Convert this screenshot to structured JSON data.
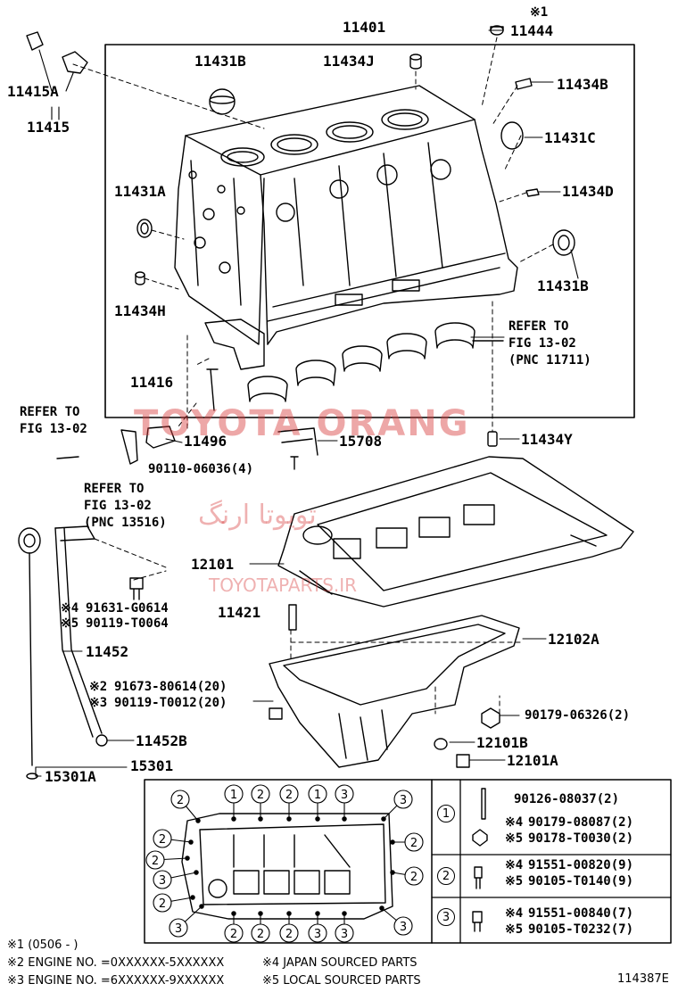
{
  "labels": {
    "p11401": "11401",
    "p11444": "11444",
    "mark1": "※1",
    "p11431B_top": "11431B",
    "p11434J": "11434J",
    "p11434B": "11434B",
    "p11415A": "11415A",
    "p11415": "11415",
    "p11431C": "11431C",
    "p11431A": "11431A",
    "p11434D": "11434D",
    "p11434H": "11434H",
    "p11431B_right": "11431B",
    "refer_1302_a_l1": "REFER TO",
    "refer_1302_a_l2": "FIG 13-02",
    "refer_1302_a_l3": "(PNC 11711)",
    "p11416": "11416",
    "refer_left_l1": "REFER TO",
    "refer_left_l2": "FIG 13-02",
    "p11496": "11496",
    "p15708": "15708",
    "p11434Y": "11434Y",
    "p90110": "90110-06036(4)",
    "refer_1302_b_l1": "REFER TO",
    "refer_1302_b_l2": "FIG 13-02",
    "refer_1302_b_l3": "(PNC 13516)",
    "p12101": "12101",
    "mark4_a": "※4",
    "p91631": "91631-G0614",
    "mark5_a": "※5",
    "p90119_T0064": "90119-T0064",
    "p11421": "11421",
    "p12102A": "12102A",
    "p11452": "11452",
    "mark2": "※2",
    "p91673": "91673-80614(20)",
    "mark3": "※3",
    "p90119_T0012": "90119-T0012(20)",
    "p90179_06326": "90179-06326(2)",
    "p11452B": "11452B",
    "p12101B": "12101B",
    "p15301A": "15301A",
    "p15301": "15301",
    "p12101A": "12101A"
  },
  "bolt_table": {
    "row1": {
      "num": "1",
      "parts": [
        {
          "mark": "",
          "part": "90126-08037(2)"
        },
        {
          "mark": "※4",
          "part": "90179-08087(2)"
        },
        {
          "mark": "※5",
          "part": "90178-T0030(2)"
        }
      ]
    },
    "row2": {
      "num": "2",
      "parts": [
        {
          "mark": "※4",
          "part": "91551-00820(9)"
        },
        {
          "mark": "※5",
          "part": "90105-T0140(9)"
        }
      ]
    },
    "row3": {
      "num": "3",
      "parts": [
        {
          "mark": "※4",
          "part": "91551-00840(7)"
        },
        {
          "mark": "※5",
          "part": "90105-T0232(7)"
        }
      ]
    }
  },
  "pan_callouts": {
    "top": [
      "2",
      "1",
      "2",
      "2",
      "1",
      "3",
      "3"
    ],
    "left": [
      "2",
      "2",
      "3",
      "2"
    ],
    "right": [
      "2",
      "2"
    ],
    "bottom": [
      "3",
      "2",
      "2",
      "2",
      "3",
      "3",
      "3"
    ]
  },
  "footnotes": {
    "n1": "※1 (0506 -      )",
    "n2": "※2 ENGINE NO. =0XXXXXX-5XXXXXX",
    "n3": "※3 ENGINE NO. =6XXXXXX-9XXXXXX",
    "n4": "※4 JAPAN SOURCED PARTS",
    "n5": "※5 LOCAL SOURCED PARTS"
  },
  "figure_id": "114387E",
  "watermark": {
    "line1": "TOYOTA ORANG",
    "line2": "تویوتا ارنگ",
    "line3": "TOYOTAPARTS.IR"
  }
}
